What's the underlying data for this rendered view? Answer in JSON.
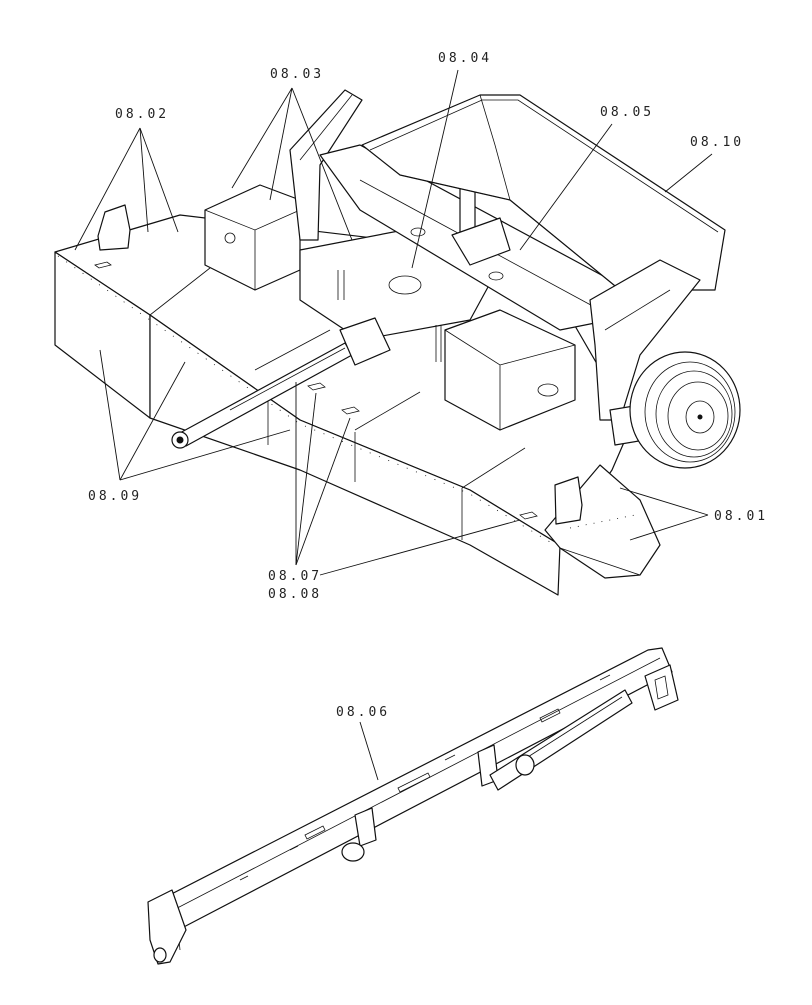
{
  "callouts": {
    "c0801": "08.01",
    "c0802": "08.02",
    "c0803": "08.03",
    "c0804": "08.04",
    "c0805": "08.05",
    "c0806": "08.06",
    "c0807": "08.07",
    "c0808": "08.08",
    "c0809": "08.09",
    "c0810": "08.10"
  },
  "colors": {
    "line": "#111111",
    "background": "#ffffff",
    "label": "#222222"
  }
}
